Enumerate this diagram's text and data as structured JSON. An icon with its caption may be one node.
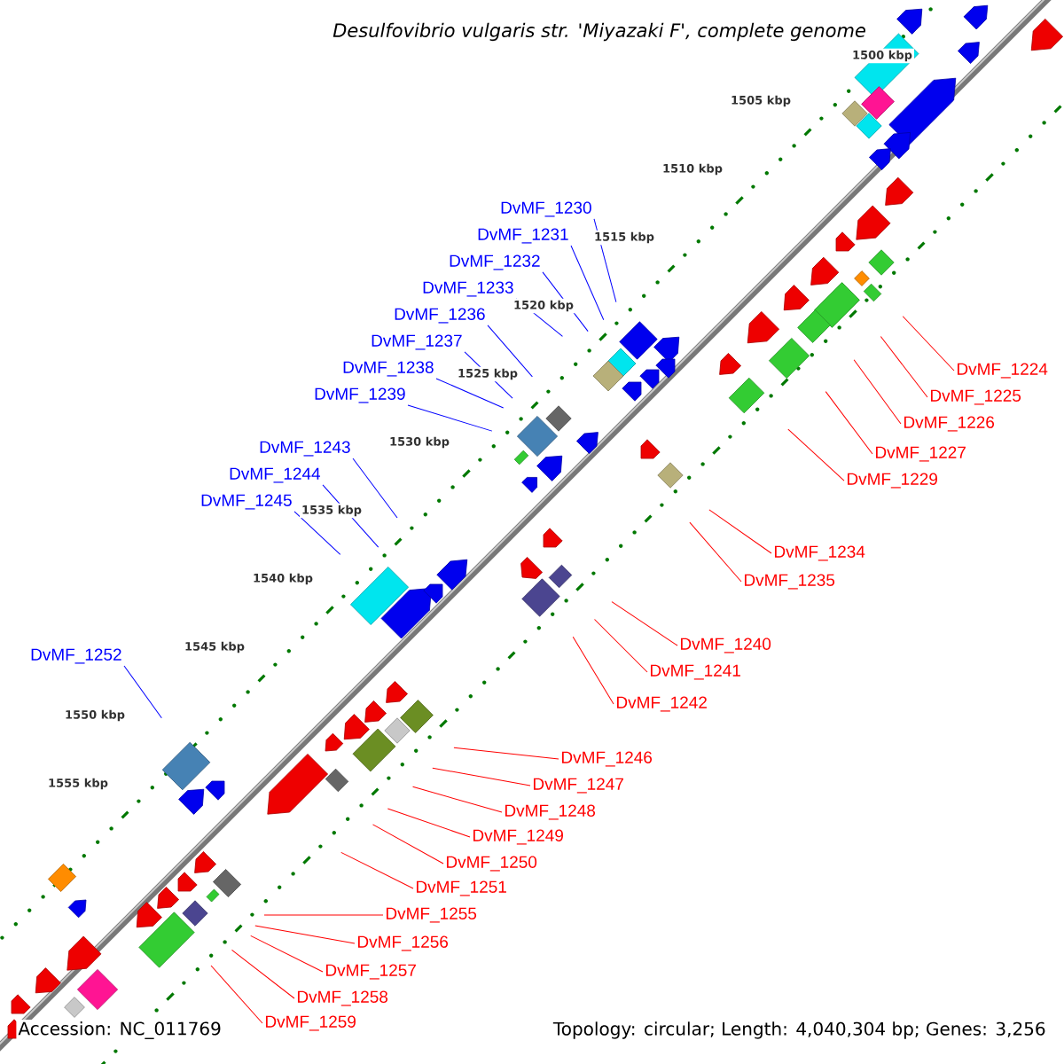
{
  "diagram": {
    "title": "Desulfovibrio vulgaris str. 'Miyazaki F', complete genome",
    "nodes": [
      {
        "text": [
          "DvMF_1230"
        ]
      },
      {
        "text": [
          "DvMF_1231"
        ]
      },
      {
        "text": [
          "DvMF_1232"
        ]
      },
      {
        "text": [
          "DvMF_1233"
        ]
      },
      {
        "text": [
          "DvMF_1236"
        ]
      },
      {
        "text": [
          "DvMF_1237"
        ]
      },
      {
        "text": [
          "DvMF_1238"
        ]
      },
      {
        "text": [
          "DvMF_1239"
        ]
      },
      {
        "text": [
          "DvMF_1243"
        ]
      },
      {
        "text": [
          "DvMF_1244"
        ]
      },
      {
        "text": [
          "DvMF_1245"
        ]
      },
      {
        "text": [
          "DvMF_1252"
        ]
      },
      {
        "text": [
          "DvMF_1224"
        ]
      },
      {
        "text": [
          "DvMF_1225"
        ]
      },
      {
        "text": [
          "DvMF_1226"
        ]
      },
      {
        "text": [
          "DvMF_1227"
        ]
      },
      {
        "text": [
          "DvMF_1229"
        ]
      },
      {
        "text": [
          "DvMF_1234"
        ]
      },
      {
        "text": [
          "DvMF_1235"
        ]
      },
      {
        "text": [
          "DvMF_1240"
        ]
      },
      {
        "text": [
          "DvMF_1241"
        ]
      },
      {
        "text": [
          "DvMF_1242"
        ]
      },
      {
        "text": [
          "DvMF_1246"
        ]
      },
      {
        "text": [
          "DvMF_1247"
        ]
      },
      {
        "text": [
          "DvMF_1248"
        ]
      },
      {
        "text": [
          "DvMF_1249"
        ]
      },
      {
        "text": [
          "DvMF_1250"
        ]
      },
      {
        "text": [
          "DvMF_1251"
        ]
      },
      {
        "text": [
          "DvMF_1255"
        ]
      },
      {
        "text": [
          "DvMF_1256"
        ]
      },
      {
        "text": [
          "DvMF_1257"
        ]
      },
      {
        "text": [
          "DvMF_1258"
        ]
      },
      {
        "text": [
          "DvMF_1259"
        ]
      }
    ],
    "edges": [
      {
        "from": 0,
        "to": null,
        "arrow": "none",
        "color": "#0000ff"
      },
      {
        "from": 1,
        "to": null,
        "arrow": "none",
        "color": "#0000ff"
      },
      {
        "from": 2,
        "to": null,
        "arrow": "none",
        "color": "#0000ff"
      },
      {
        "from": 3,
        "to": null,
        "arrow": "none",
        "color": "#0000ff"
      },
      {
        "from": 4,
        "to": null,
        "arrow": "none",
        "color": "#0000ff"
      },
      {
        "from": 5,
        "to": null,
        "arrow": "none",
        "color": "#0000ff"
      },
      {
        "from": 6,
        "to": null,
        "arrow": "none",
        "color": "#0000ff"
      },
      {
        "from": 7,
        "to": null,
        "arrow": "none",
        "color": "#0000ff"
      },
      {
        "from": 8,
        "to": null,
        "arrow": "none",
        "color": "#0000ff"
      },
      {
        "from": 9,
        "to": null,
        "arrow": "none",
        "color": "#0000ff"
      },
      {
        "from": 10,
        "to": null,
        "arrow": "none",
        "color": "#0000ff"
      },
      {
        "from": 11,
        "to": null,
        "arrow": "none",
        "color": "#0000ff"
      },
      {
        "from": 12,
        "to": null,
        "arrow": "none"
      },
      {
        "from": 13,
        "to": null,
        "arrow": "none"
      },
      {
        "from": 14,
        "to": null,
        "arrow": "none"
      },
      {
        "from": 15,
        "to": null,
        "arrow": "none"
      },
      {
        "from": 16,
        "to": null,
        "arrow": "none"
      },
      {
        "from": 17,
        "to": null,
        "arrow": "none"
      },
      {
        "from": 18,
        "to": null,
        "arrow": "none"
      },
      {
        "from": 19,
        "to": null,
        "arrow": "none"
      },
      {
        "from": 20,
        "to": null,
        "arrow": "none"
      },
      {
        "from": 21,
        "to": null,
        "arrow": "none"
      },
      {
        "from": 22,
        "to": null,
        "arrow": "none"
      },
      {
        "from": 23,
        "to": null,
        "arrow": "none"
      },
      {
        "from": 24,
        "to": null,
        "arrow": "none"
      },
      {
        "from": 25,
        "to": null,
        "arrow": "none"
      },
      {
        "from": 26,
        "to": null,
        "arrow": "none"
      },
      {
        "from": 27,
        "to": null,
        "arrow": "none"
      },
      {
        "from": 28,
        "to": null,
        "arrow": "none"
      },
      {
        "from": 29,
        "to": null,
        "arrow": "none"
      },
      {
        "from": 30,
        "to": null,
        "arrow": "none"
      },
      {
        "from": 31,
        "to": null,
        "arrow": "none"
      },
      {
        "from": 32,
        "to": null,
        "arrow": "none"
      }
    ],
    "labels": [
      "1500 kbp",
      "1505 kbp",
      "1510 kbp",
      "1515 kbp",
      "1520 kbp",
      "1525 kbp",
      "1530 kbp",
      "1535 kbp",
      "1540 kbp",
      "1545 kbp",
      "1550 kbp",
      "1555 kbp",
      "Accession: NC_011769",
      "Topology: circular; Length: 4,040,304 bp; Genes: 3,256"
    ]
  }
}
